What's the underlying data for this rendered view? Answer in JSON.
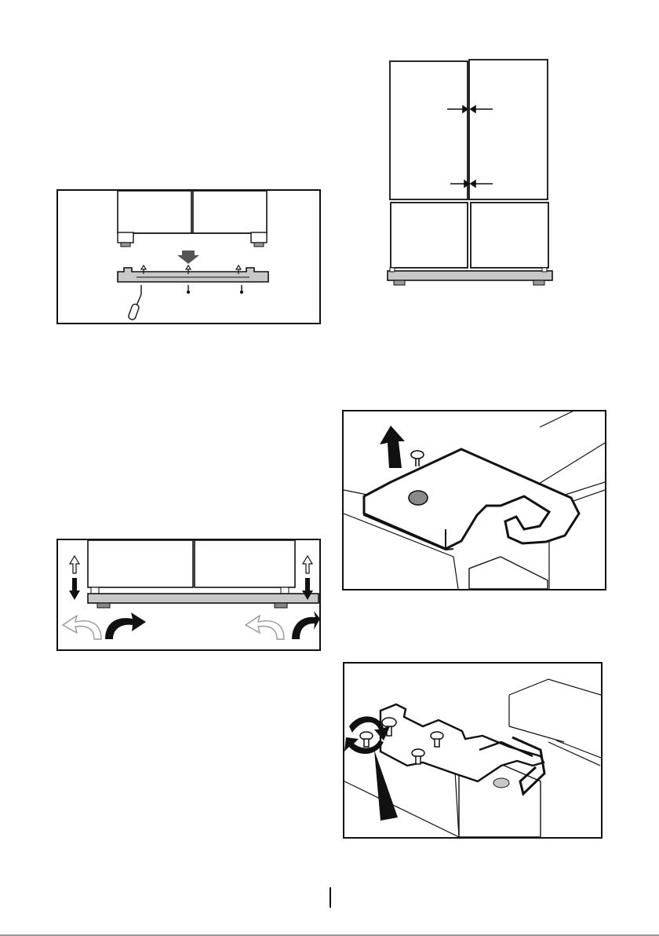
{
  "page": {
    "background": "#ffffff",
    "line_color": "#111111",
    "plinth_fill": "#c8c8c8",
    "knob_fill": "#8a8a8a"
  },
  "figures": [
    {
      "id": "fig-attach-plinth",
      "icon": "plinth-screw-installation-icon"
    },
    {
      "id": "fig-door-gap-alignment",
      "icon": "door-gap-arrows-icon"
    },
    {
      "id": "fig-adjust-feet",
      "icon": "adjust-feet-rotation-icon"
    },
    {
      "id": "fig-remove-hinge-cover",
      "icon": "hinge-cover-lift-icon"
    },
    {
      "id": "fig-hinge-screws",
      "icon": "hinge-screw-rotation-icon"
    }
  ]
}
